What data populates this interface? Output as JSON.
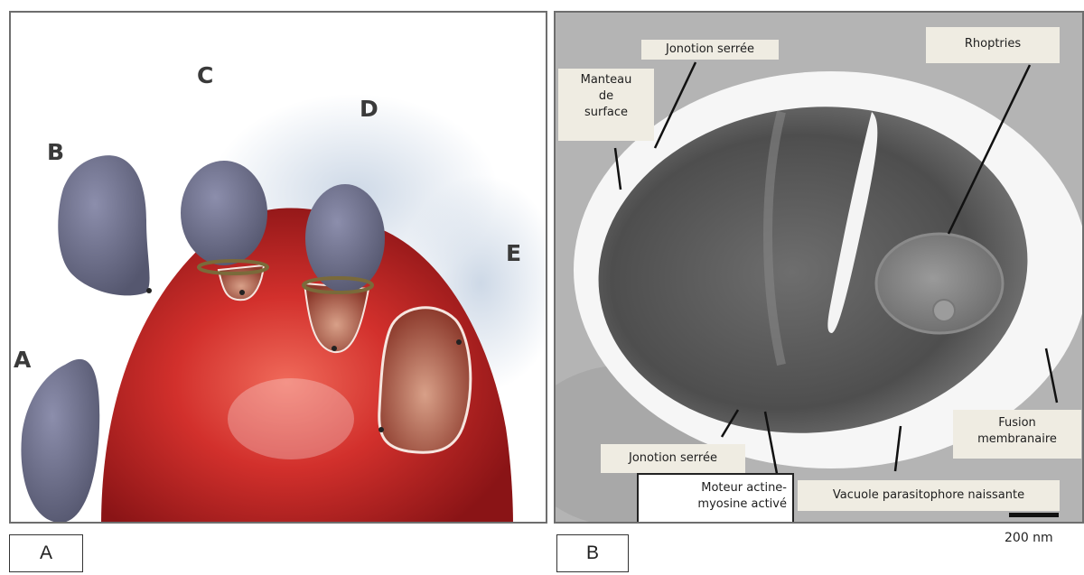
{
  "panel_a": {
    "stage_labels": [
      "A",
      "B",
      "C",
      "D",
      "E"
    ],
    "caption": "A"
  },
  "panel_b": {
    "callouts": {
      "jonction_top": "Jonotion serrée",
      "manteau": [
        "Manteau",
        "de",
        "surface"
      ],
      "rhoptries": "Rhoptries",
      "jonction_bottom": "Jonotion serrée",
      "moteur": [
        "Moteur actine-",
        "myosine activé"
      ],
      "vacuole": "Vacuole parasitophore  naissante",
      "fusion": [
        "Fusion",
        "membranaire"
      ]
    },
    "scale_bar": "200 nm",
    "caption": "B"
  },
  "colors": {
    "erythrocyte": "#c8282a",
    "merozoite": "#6a6c8c",
    "callout_bg": "#efece2",
    "micrograph_bg": "#bdbdbd"
  }
}
